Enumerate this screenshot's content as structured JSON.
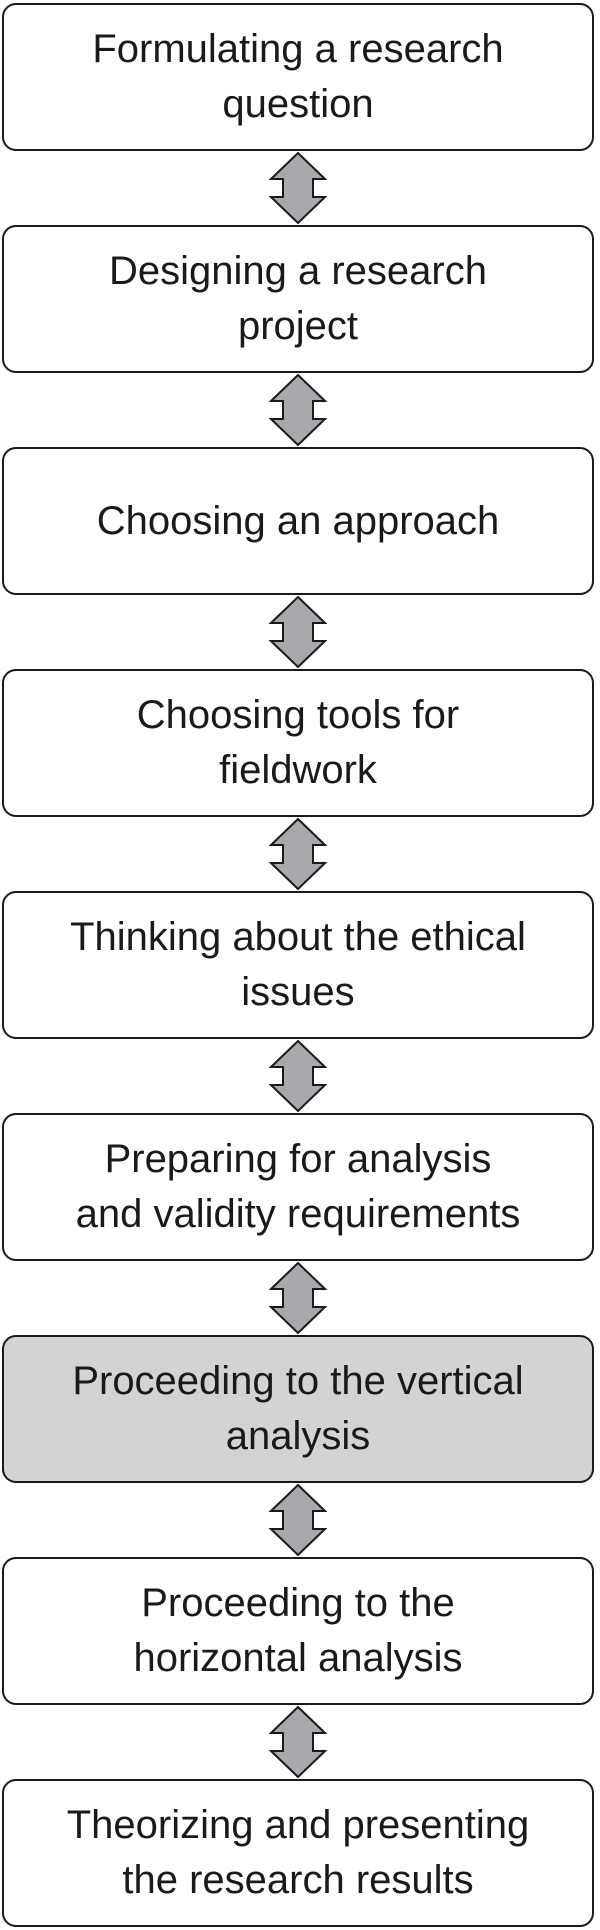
{
  "diagram": {
    "steps": [
      {
        "label": "Formulating a research\nquestion",
        "highlight": false
      },
      {
        "label": "Designing a research\nproject",
        "highlight": false
      },
      {
        "label": "Choosing an approach",
        "highlight": false
      },
      {
        "label": "Choosing tools for\nfieldwork",
        "highlight": false
      },
      {
        "label": "Thinking about the ethical\nissues",
        "highlight": false
      },
      {
        "label": "Preparing for analysis\nand validity requirements",
        "highlight": false
      },
      {
        "label": "Proceeding to the vertical\nanalysis",
        "highlight": true
      },
      {
        "label": "Proceeding to the\nhorizontal analysis",
        "highlight": false
      },
      {
        "label": "Theorizing and presenting\nthe research results",
        "highlight": false
      }
    ],
    "connector_icon": "double-headed-vertical-arrow-icon",
    "colors": {
      "box_border": "#1a1a1a",
      "box_fill": "#ffffff",
      "highlight_fill": "#d2d3d5",
      "arrow_fill": "#a7a9ac",
      "text": "#1a1a1a"
    }
  }
}
